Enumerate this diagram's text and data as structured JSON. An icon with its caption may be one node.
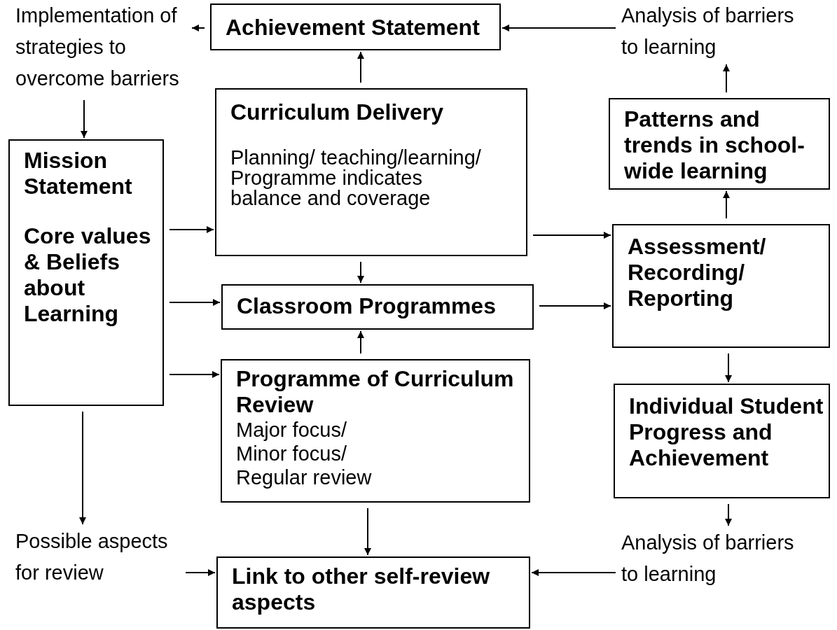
{
  "diagram": {
    "nodes": [
      {
        "text": [
          "Achievement Statement"
        ]
      },
      {
        "text": [
          "Implementation of strategies to overcome barriers"
        ]
      },
      {
        "text": [
          "Analysis of barriers to learning"
        ]
      },
      {
        "text": [
          "Curriculum Delivery",
          "Planning/ teaching/learning/ Programme indicates balance and coverage"
        ]
      },
      {
        "text": [
          "Patterns and trends in school-wide learning"
        ]
      },
      {
        "text": [
          "Mission Statement",
          "Core values & Beliefs about Learning"
        ]
      },
      {
        "text": [
          "Assessment/ Recording/ Reporting"
        ]
      },
      {
        "text": [
          "Classroom Programmes"
        ]
      },
      {
        "text": [
          "Programme of Curriculum Review",
          "Major focus/ Minor focus/ Regular review"
        ]
      },
      {
        "text": [
          "Individual Student Progress and Achievement"
        ]
      },
      {
        "text": [
          "Possible aspects for review"
        ]
      },
      {
        "text": [
          "Link to other self-review aspects"
        ]
      },
      {
        "text": [
          "Analysis of barriers to learning"
        ]
      }
    ],
    "edges": [
      {
        "from": 0,
        "to": 1,
        "arrow": "to"
      },
      {
        "from": 2,
        "to": 0,
        "arrow": "to"
      },
      {
        "from": 1,
        "to": 5,
        "arrow": "to"
      },
      {
        "from": 3,
        "to": 0,
        "arrow": "to"
      },
      {
        "from": 4,
        "to": 2,
        "arrow": "to"
      },
      {
        "from": 5,
        "to": 3,
        "arrow": "to"
      },
      {
        "from": 5,
        "to": 7,
        "arrow": "to"
      },
      {
        "from": 5,
        "to": 8,
        "arrow": "to"
      },
      {
        "from": 5,
        "to": 10,
        "arrow": "to"
      },
      {
        "from": 3,
        "to": 6,
        "arrow": "to"
      },
      {
        "from": 3,
        "to": 7,
        "arrow": "to"
      },
      {
        "from": 6,
        "to": 4,
        "arrow": "to"
      },
      {
        "from": 7,
        "to": 6,
        "arrow": "to"
      },
      {
        "from": 8,
        "to": 7,
        "arrow": "to"
      },
      {
        "from": 6,
        "to": 9,
        "arrow": "to"
      },
      {
        "from": 8,
        "to": 11,
        "arrow": "to"
      },
      {
        "from": 10,
        "to": 11,
        "arrow": "to"
      },
      {
        "from": 9,
        "to": 12,
        "arrow": "to"
      },
      {
        "from": 12,
        "to": 11,
        "arrow": "to"
      }
    ]
  }
}
